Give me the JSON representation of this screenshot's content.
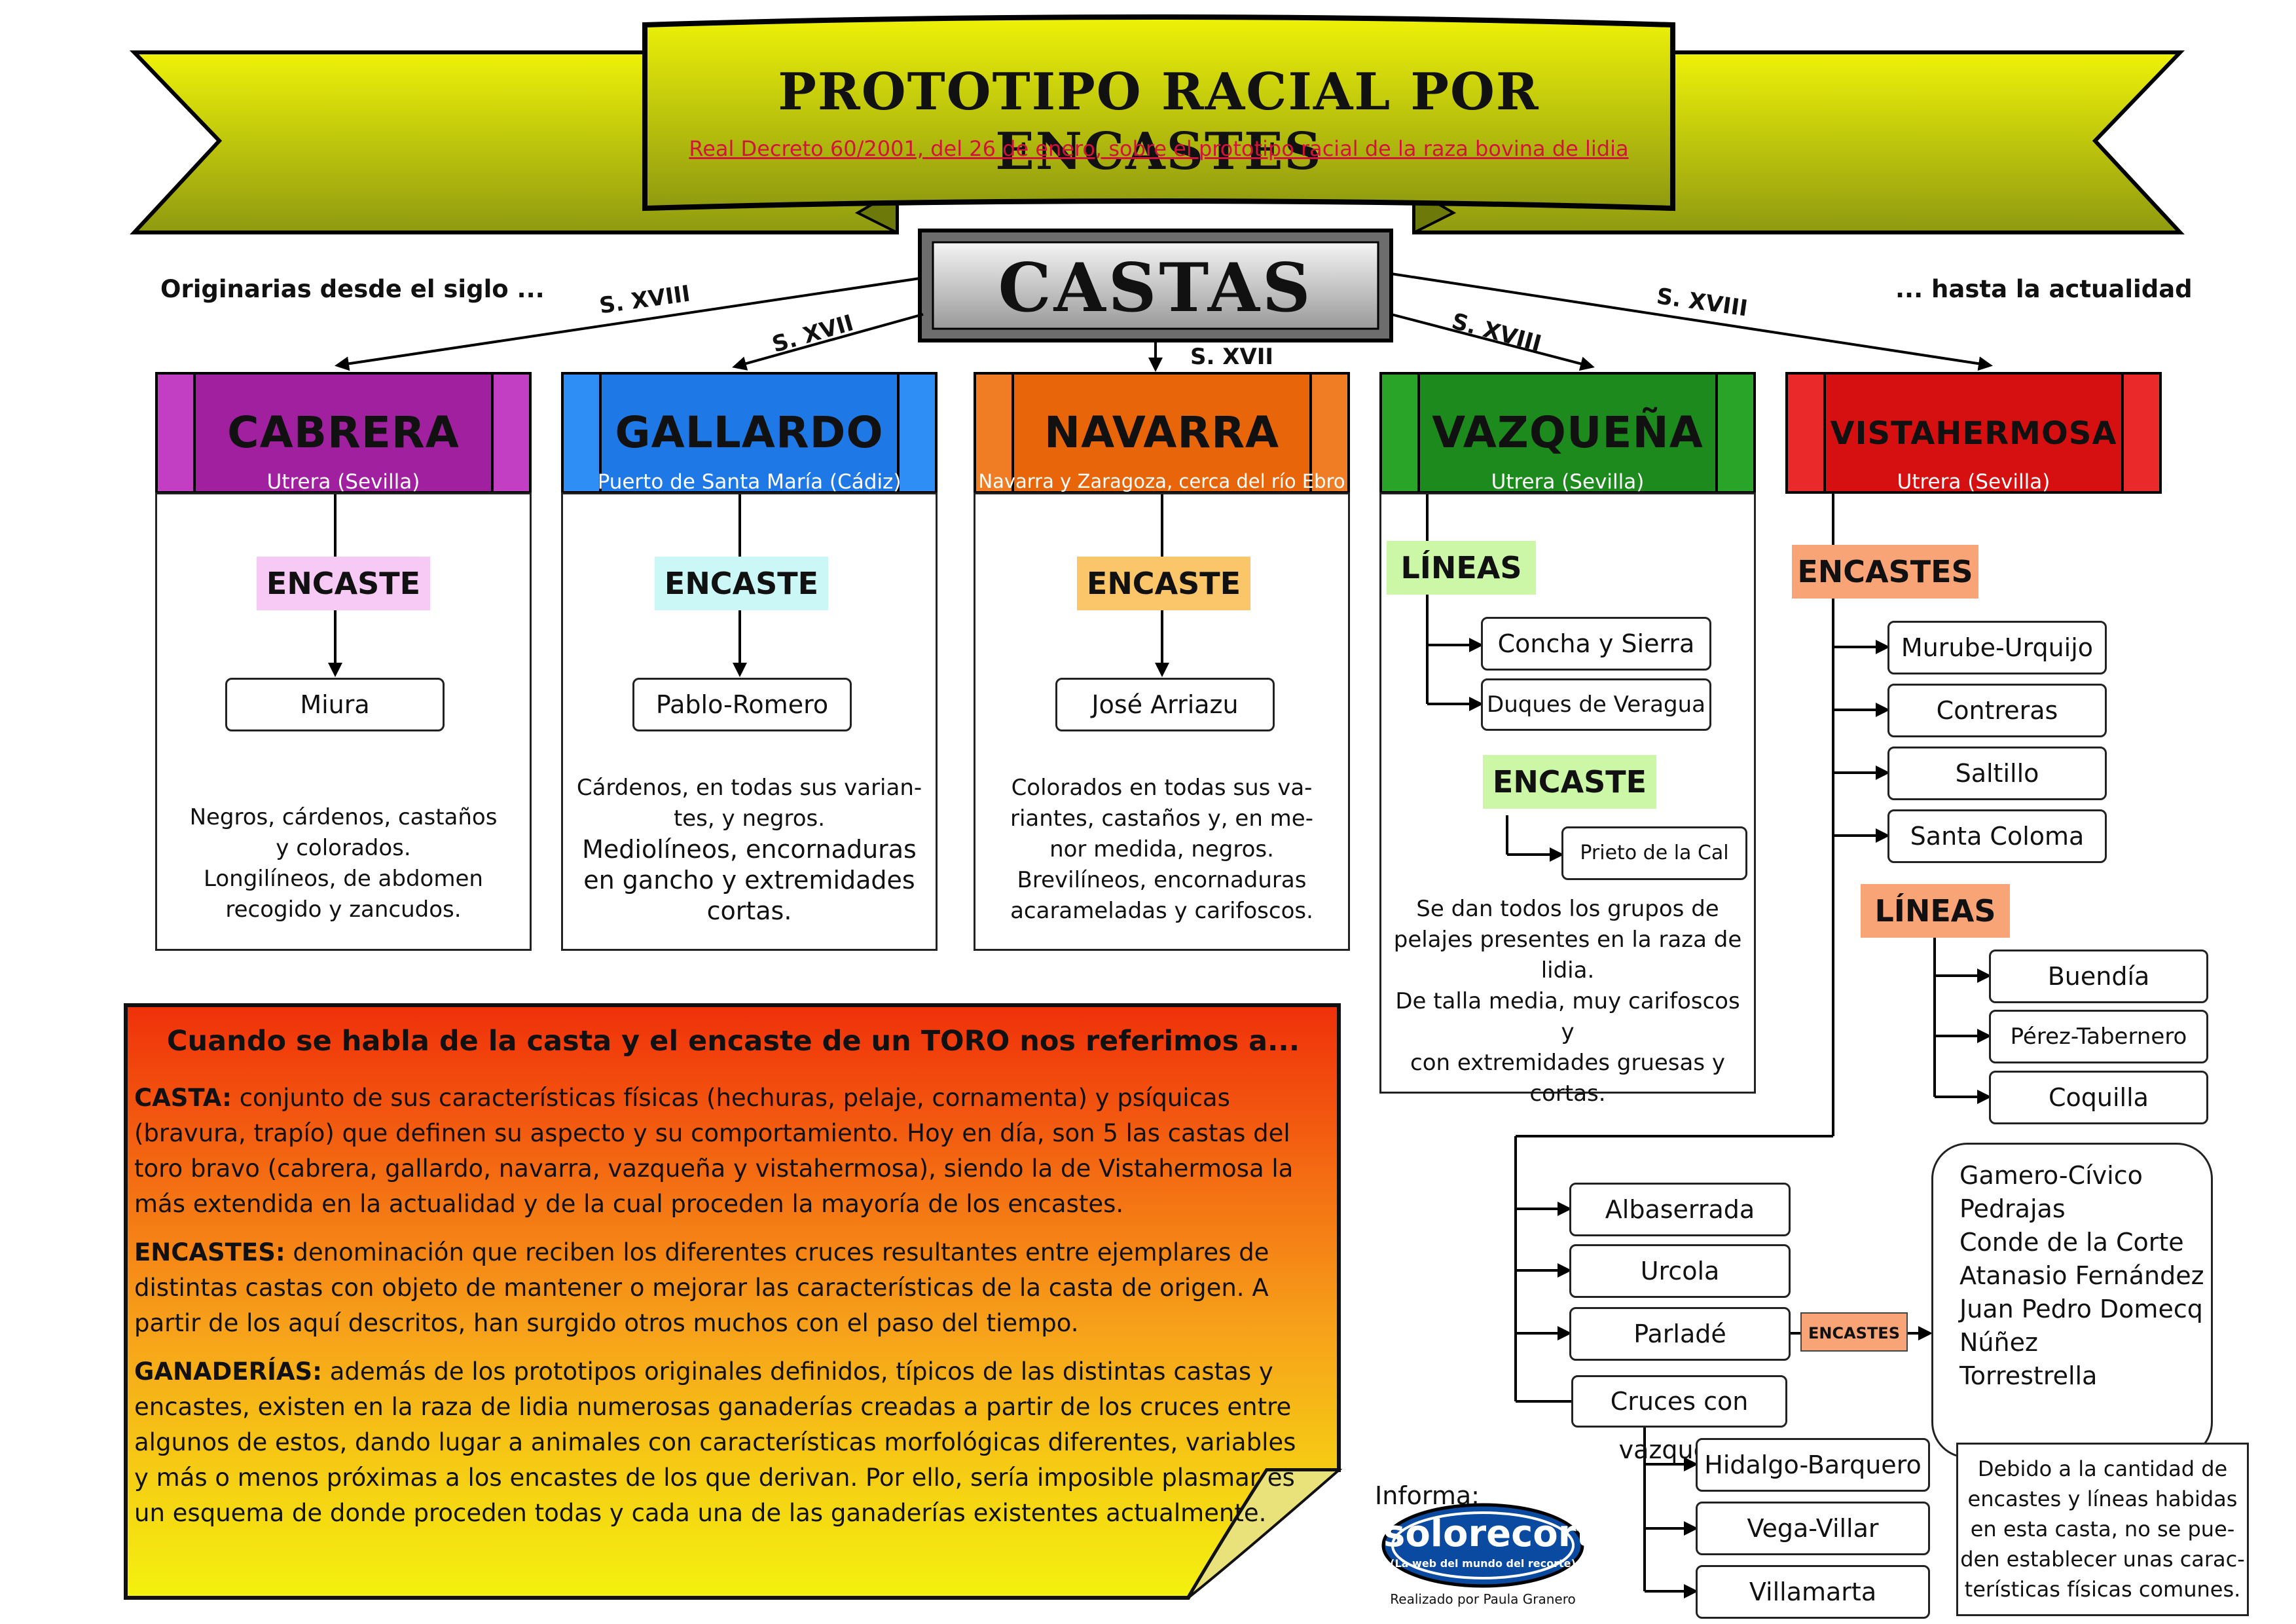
{
  "header": {
    "title": "PROTOTIPO RACIAL POR ENCASTES",
    "subtitle": "Real Decreto 60/2001, del 26 de enero, sobre el prototipo racial de la raza bovina de lidia"
  },
  "castas_label": "CASTAS",
  "origin_left": "Originarias desde el siglo ...",
  "origin_right": "... hasta la actualidad",
  "centuries": {
    "cabrera": "S. XVIII",
    "gallardo": "S. XVII",
    "navarra": "S. XVII",
    "vazquena": "S. XVIII",
    "vistahermosa": "S. XVIII"
  },
  "castes": {
    "cabrera": {
      "name": "CABRERA",
      "place": "Utrera (Sevilla)",
      "color": "#a020a0",
      "encaste_label": "ENCASTE",
      "encaste": "Miura",
      "desc": [
        "Negros, cárdenos, castaños",
        "y colorados.",
        "Longilíneos, de abdomen",
        "recogido y zancudos."
      ]
    },
    "gallardo": {
      "name": "GALLARDO",
      "place": "Puerto de Santa María (Cádiz)",
      "color": "#1e78e6",
      "encaste_label": "ENCASTE",
      "encaste": "Pablo-Romero",
      "desc": [
        "Cárdenos, en todas sus varian-",
        "tes, y negros.",
        "Mediolíneos, encornaduras",
        "en gancho y extremidades",
        "cortas."
      ]
    },
    "navarra": {
      "name": "NAVARRA",
      "place": "Navarra y Zaragoza, cerca del río Ebro",
      "color": "#e8650a",
      "encaste_label": "ENCASTE",
      "encaste": "José Arriazu",
      "desc": [
        "Colorados en todas sus va-",
        "riantes, castaños y, en me-",
        "nor medida, negros.",
        "Brevilíneos, encornaduras",
        "acarameladas y carifoscos."
      ]
    },
    "vazquena": {
      "name": "VAZQUEÑA",
      "place": "Utrera (Sevilla)",
      "color": "#1c8a1c",
      "lineas_label": "LÍNEAS",
      "lineas": [
        "Concha y Sierra",
        "Duques de Veragua"
      ],
      "encaste_label": "ENCASTE",
      "encaste": "Prieto de la Cal",
      "desc": [
        "Se dan todos los grupos de",
        "pelajes presentes en la raza de",
        "lidia.",
        "De talla media, muy carifoscos y",
        "con extremidades gruesas y",
        "cortas."
      ]
    },
    "vistahermosa": {
      "name": "VISTAHERMOSA",
      "place": "Utrera (Sevilla)",
      "color": "#d61010",
      "encastes_label": "ENCASTES",
      "encastes": [
        "Murube-Urquijo",
        "Contreras",
        "Saltillo",
        "Santa Coloma"
      ],
      "lineas_label": "LÍNEAS",
      "lineas": [
        "Buendía",
        "Pérez-Tabernero",
        "Coquilla"
      ],
      "more_encastes": [
        "Albaserrada",
        "Urcola",
        "Parladé",
        "Cruces con vazqueño"
      ],
      "parlade_label": "ENCASTES",
      "parlade_encastes": [
        "Gamero-Cívico",
        "Pedrajas",
        "Conde de la Corte",
        "Atanasio Fernández",
        "Juan Pedro Domecq",
        "Núñez",
        "Torrestrella"
      ],
      "cruces": [
        "Hidalgo-Barquero",
        "Vega-Villar",
        "Villamarta"
      ],
      "note": [
        "Debido a la cantidad de",
        "encastes y líneas habidas",
        "en esta casta, no se pue-",
        "den establecer unas carac-",
        "terísticas físicas comunes."
      ]
    }
  },
  "info": {
    "heading": "Cuando se habla de la casta y el encaste de un TORO nos referimos a...",
    "casta_term": "CASTA:",
    "casta_text": "conjunto de sus características físicas (hechuras, pelaje, cornamenta) y psíquicas (bravura, trapío) que definen su aspecto y su comportamiento. Hoy en día, son 5 las castas del toro bravo (cabrera, gallardo, navarra, vazqueña y vistahermosa), siendo la de Vistahermosa la más extendida en la actualidad y de la cual proceden la mayoría de los encastes.",
    "encastes_term": "ENCASTES:",
    "encastes_text": "denominación que reciben los diferentes cruces resultantes entre ejemplares de distintas castas con objeto de mantener o mejorar las características de la casta de origen. A partir de los aquí descritos, han surgido otros muchos con el paso del tiempo.",
    "ganaderias_term": "GANADERÍAS:",
    "ganaderias_text": "además de los prototipos originales definidos, típicos de las distintas castas y encastes, existen en la raza de lidia numerosas ganaderías creadas a partir de los cruces entre algunos de estos, dando lugar a animales con características morfológicas diferentes, variables y más o menos próximas a los encastes de los que derivan. Por ello, sería imposible plasmar es un esquema de donde proceden todas y cada una de las ganaderías existentes actualmente."
  },
  "footer": {
    "informa": "Informa:",
    "logo_text": "solorecortes",
    "logo_tagline": "(La web del mundo del recorte)",
    "credit": "Realizado por Paula Granero"
  }
}
